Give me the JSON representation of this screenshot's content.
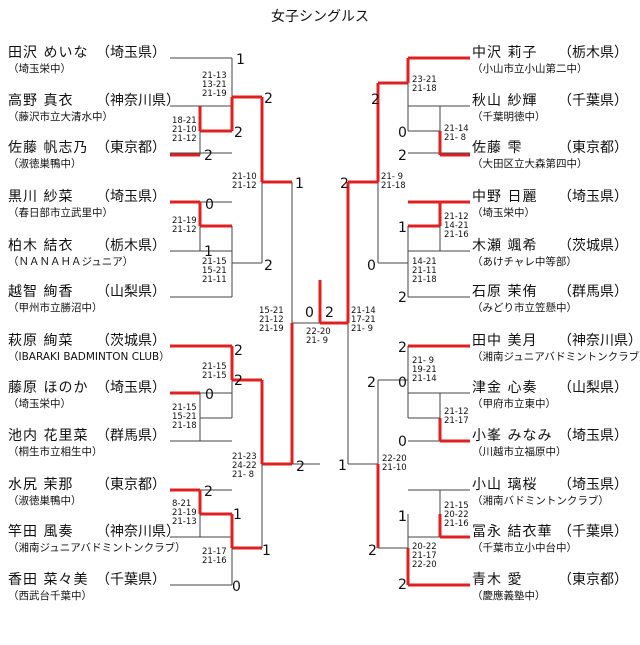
{
  "title": "女子シングルス",
  "left": [
    {
      "name": "田沢 めいな",
      "pref": "（埼玉県）",
      "school": "（埼玉栄中）"
    },
    {
      "name": "高野 真衣",
      "pref": "（神奈川県）",
      "school": "（藤沢市立大清水中）"
    },
    {
      "name": "佐藤 帆志乃",
      "pref": "（東京都）",
      "school": "（淑徳巣鴨中）"
    },
    {
      "name": "黒川 紗菜",
      "pref": "（埼玉県）",
      "school": "（春日部市立武里中）"
    },
    {
      "name": "柏木 結衣",
      "pref": "（栃木県）",
      "school": "（ＮＡＮＡＨＡジュニア）"
    },
    {
      "name": "越智 絢香",
      "pref": "（山梨県）",
      "school": "（甲州市立勝沼中）"
    },
    {
      "name": "萩原 絢菜",
      "pref": "（茨城県）",
      "school": "（IBARAKI BADMINTON CLUB）"
    },
    {
      "name": "藤原 ほのか",
      "pref": "（埼玉県）",
      "school": "（埼玉栄中）"
    },
    {
      "name": "池内 花里菜",
      "pref": "（群馬県）",
      "school": "（桐生市立相生中）"
    },
    {
      "name": "水尻 茉那",
      "pref": "（東京都）",
      "school": "（淑徳巣鴨中）"
    },
    {
      "name": "竿田 風奏",
      "pref": "（神奈川県）",
      "school": "（湘南ジュニアバドミントンクラブ）"
    },
    {
      "name": "香田 菜々美",
      "pref": "（千葉県）",
      "school": "（西武台千葉中）"
    }
  ],
  "right": [
    {
      "name": "中沢 莉子",
      "pref": "（栃木県）",
      "school": "（小山市立小山第二中）"
    },
    {
      "name": "秋山 紗輝",
      "pref": "（千葉県）",
      "school": "（千葉明徳中）"
    },
    {
      "name": "佐藤 雫",
      "pref": "（東京都）",
      "school": "（大田区立大森第四中）"
    },
    {
      "name": "中野 日麗",
      "pref": "（埼玉県）",
      "school": "（埼玉栄中）"
    },
    {
      "name": "木瀬 颯希",
      "pref": "（茨城県）",
      "school": "（あけチャレ中等部）"
    },
    {
      "name": "石原 茉侑",
      "pref": "（群馬県）",
      "school": "（みどり市立笠懸中）"
    },
    {
      "name": "田中 美月",
      "pref": "（神奈川県）",
      "school": "（湘南ジュニアバドミントンクラブ）"
    },
    {
      "name": "津金 心奏",
      "pref": "（山梨県）",
      "school": "（甲府市立東中）"
    },
    {
      "name": "小峯 みなみ",
      "pref": "（埼玉県）",
      "school": "（川越市立福原中）"
    },
    {
      "name": "小山 璃桜",
      "pref": "（埼玉県）",
      "school": "（湘南バドミントンクラブ）"
    },
    {
      "name": "冨永 結衣華",
      "pref": "（千葉県）",
      "school": "（千葉市立小中台中）"
    },
    {
      "name": "青木 愛",
      "pref": "（東京都）",
      "school": "（慶應義塾中）"
    }
  ],
  "scores": [
    {
      "text": "1"
    },
    {
      "text": "2"
    },
    {
      "text": "2"
    },
    {
      "text": "2"
    },
    {
      "text": "0"
    },
    {
      "text": "1"
    },
    {
      "text": "2"
    },
    {
      "text": "2"
    },
    {
      "text": "0"
    },
    {
      "text": "2"
    },
    {
      "text": "1"
    },
    {
      "text": "0"
    },
    {
      "text": "2"
    },
    {
      "text": "1"
    },
    {
      "text": "2"
    },
    {
      "text": "1"
    },
    {
      "text": "2"
    },
    {
      "text": "0"
    },
    {
      "text": "2"
    },
    {
      "text": "0"
    },
    {
      "text": "1"
    },
    {
      "text": "2"
    },
    {
      "text": "2"
    },
    {
      "text": "2"
    },
    {
      "text": "0"
    },
    {
      "text": "1"
    },
    {
      "text": "1"
    },
    {
      "text": "2"
    },
    {
      "text": "2"
    },
    {
      "text": "0"
    },
    {
      "text": "1"
    },
    {
      "text": "2"
    },
    {
      "text": "0"
    },
    {
      "text": "2"
    }
  ],
  "match_scores": [
    {
      "text": "21-13\n13-21\n21-19"
    },
    {
      "text": "18-21\n21-10\n21-12"
    },
    {
      "text": "21-10\n21-12"
    },
    {
      "text": "21-19\n21-12"
    },
    {
      "text": "21-15\n15-21\n21-11"
    },
    {
      "text": "15-21\n21-12\n21-19"
    },
    {
      "text": "21-15\n21-15"
    },
    {
      "text": "21-15\n15-21\n21-18"
    },
    {
      "text": "21-23\n24-22\n21- 8"
    },
    {
      "text": "8-21\n21-19\n21-13"
    },
    {
      "text": "21-17\n21-16"
    },
    {
      "text": "22-20\n21- 9"
    },
    {
      "text": "23-21\n21-18"
    },
    {
      "text": "21-14\n21- 8"
    },
    {
      "text": "21- 9\n21-18"
    },
    {
      "text": "21-12\n14-21\n21-16"
    },
    {
      "text": "14-21\n21-11\n21-18"
    },
    {
      "text": "21-14\n17-21\n21- 9"
    },
    {
      "text": "21- 9\n19-21\n21-14"
    },
    {
      "text": "21-12\n21-17"
    },
    {
      "text": "22-20\n21-10"
    },
    {
      "text": "21-15\n20-22\n21-16"
    },
    {
      "text": "20-22\n21-17\n22-20"
    }
  ]
}
